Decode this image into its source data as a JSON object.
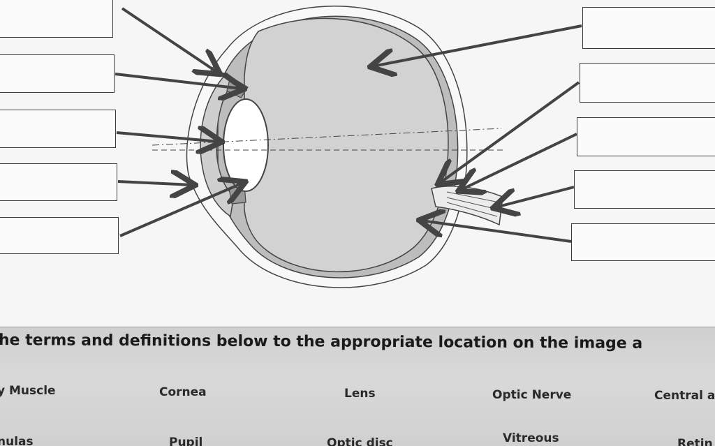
{
  "instructions": "he terms and definitions below to the appropriate location on the image a",
  "terms": [
    "y Muscle",
    "Cornea",
    "Lens",
    "Optic Nerve",
    "Central a",
    "nulas",
    "Pupil",
    "Optic disc",
    "Vitreous",
    "Retin"
  ],
  "colors": {
    "panel": "#d4d4d4",
    "outline": "#3a3a3a",
    "arrow": "#444444"
  }
}
